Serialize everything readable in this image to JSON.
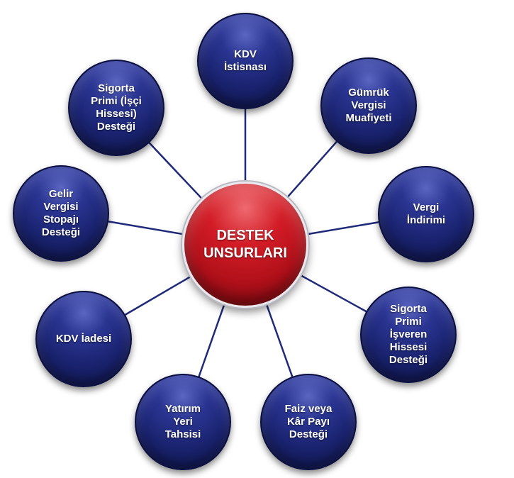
{
  "center": {
    "label": "DESTEK\nUNSURLARI"
  },
  "nodes": [
    {
      "id": "kdv-istisnasi",
      "label": "KDV\nİstisnası"
    },
    {
      "id": "gumruk-vergisi-muafiyeti",
      "label": "Gümrük\nVergisi\nMuafiyeti"
    },
    {
      "id": "vergi-indirimi",
      "label": "Vergi\nİndirimi"
    },
    {
      "id": "sigorta-primi-isveren-hissesi-destegi",
      "label": "Sigorta\nPrimi\nİşveren\nHissesi\nDesteği"
    },
    {
      "id": "faiz-veya-kar-payi-destegi",
      "label": "Faiz veya\nKâr Payı\nDesteği"
    },
    {
      "id": "yatirim-yeri-tahsisi",
      "label": "Yatırım\nYeri\nTahsisi"
    },
    {
      "id": "kdv-iadesi",
      "label": "KDV İadesi"
    },
    {
      "id": "gelir-vergisi-stopaji-destegi",
      "label": "Gelir\nVergisi\nStopajı\nDesteği"
    },
    {
      "id": "sigorta-primi-isci-hissesi-destegi",
      "label": "Sigorta\nPrimi (İşçi\nHissesi)\nDesteği"
    }
  ],
  "colors": {
    "center_fill": "#c8141e",
    "node_fill": "#1a236f",
    "connector": "#1f2a7a",
    "text": "#ffffff"
  }
}
